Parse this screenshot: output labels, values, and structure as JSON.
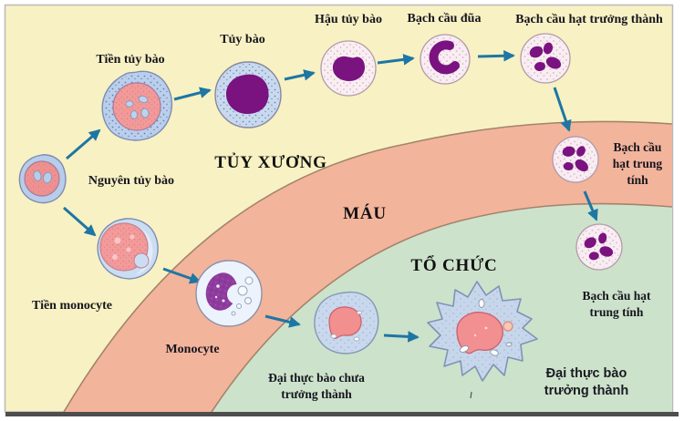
{
  "regions": {
    "bone_marrow": {
      "label": "TỦY XƯƠNG",
      "color": "#F8F1C3"
    },
    "blood": {
      "label": "MÁU",
      "color": "#F3B49C"
    },
    "tissue": {
      "label": "TỔ CHỨC",
      "color": "#CDE2CB"
    }
  },
  "cells": {
    "myeloblast": {
      "label": "Nguyên tủy bào"
    },
    "promyelocyte": {
      "label": "Tiền tủy bào"
    },
    "myelocyte": {
      "label": "Tủy bào"
    },
    "metamyelocyte": {
      "label": "Hậu tủy bào"
    },
    "band_cell": {
      "label": "Bạch cầu đũa"
    },
    "mature_granulocyte": {
      "label": "Bạch cầu hạt trưởng thành"
    },
    "neutrophil_blood": {
      "lines": [
        "Bạch cầu",
        "hạt trung",
        "tính"
      ]
    },
    "neutrophil_tissue": {
      "lines": [
        "Bạch cầu hạt",
        "trung tính"
      ]
    },
    "promonocyte": {
      "label": "Tiền monocyte"
    },
    "monocyte": {
      "label": "Monocyte"
    },
    "immature_macrophage": {
      "lines": [
        "Đại thực bào chưa",
        "trưởng thành"
      ]
    },
    "mature_macrophage": {
      "lines": [
        "Đại thực bào",
        "trưởng thành"
      ]
    }
  },
  "colors": {
    "arrow": "#1E76A4",
    "label_text": "#15151E",
    "membrane_blue": "#B9CFEC",
    "nucleus_pink": "#F29A9A",
    "nucleus_purple": "#7A1280",
    "pale_cell": "#F8EFF3",
    "band_outline": "#A3846B",
    "frame_border": "#B9B9B9",
    "bottom_bar": "#4E4E4E"
  }
}
